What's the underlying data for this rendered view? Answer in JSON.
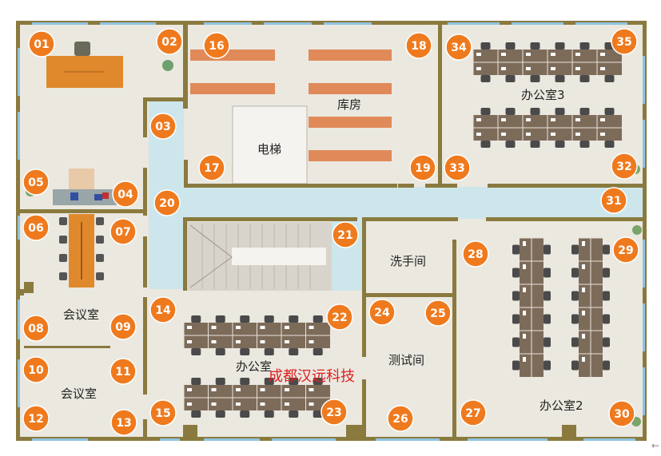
{
  "title": "成都汉远科技",
  "colors": {
    "wall": "#8a7a3e",
    "floor": "#ebe8e0",
    "corridor": "#cde6ec",
    "badge": "#ef7a1e",
    "desk": "#7d6b5a",
    "shelf": "#e08a5a",
    "window": "#8fc3e0"
  },
  "rooms": {
    "warehouse": "库房",
    "elevator": "电梯",
    "office3": "办公室3",
    "washroom": "洗手间",
    "meeting1": "会议室",
    "meeting2": "会议室",
    "office": "办公室",
    "testroom": "测试间",
    "office2": "办公室2"
  },
  "cameras": [
    "01",
    "02",
    "03",
    "04",
    "05",
    "06",
    "07",
    "08",
    "09",
    "10",
    "11",
    "12",
    "13",
    "14",
    "15",
    "16",
    "17",
    "18",
    "19",
    "20",
    "21",
    "22",
    "23",
    "24",
    "25",
    "26",
    "27",
    "28",
    "29",
    "30",
    "31",
    "32",
    "33",
    "34",
    "35"
  ],
  "back_arrow": "←"
}
